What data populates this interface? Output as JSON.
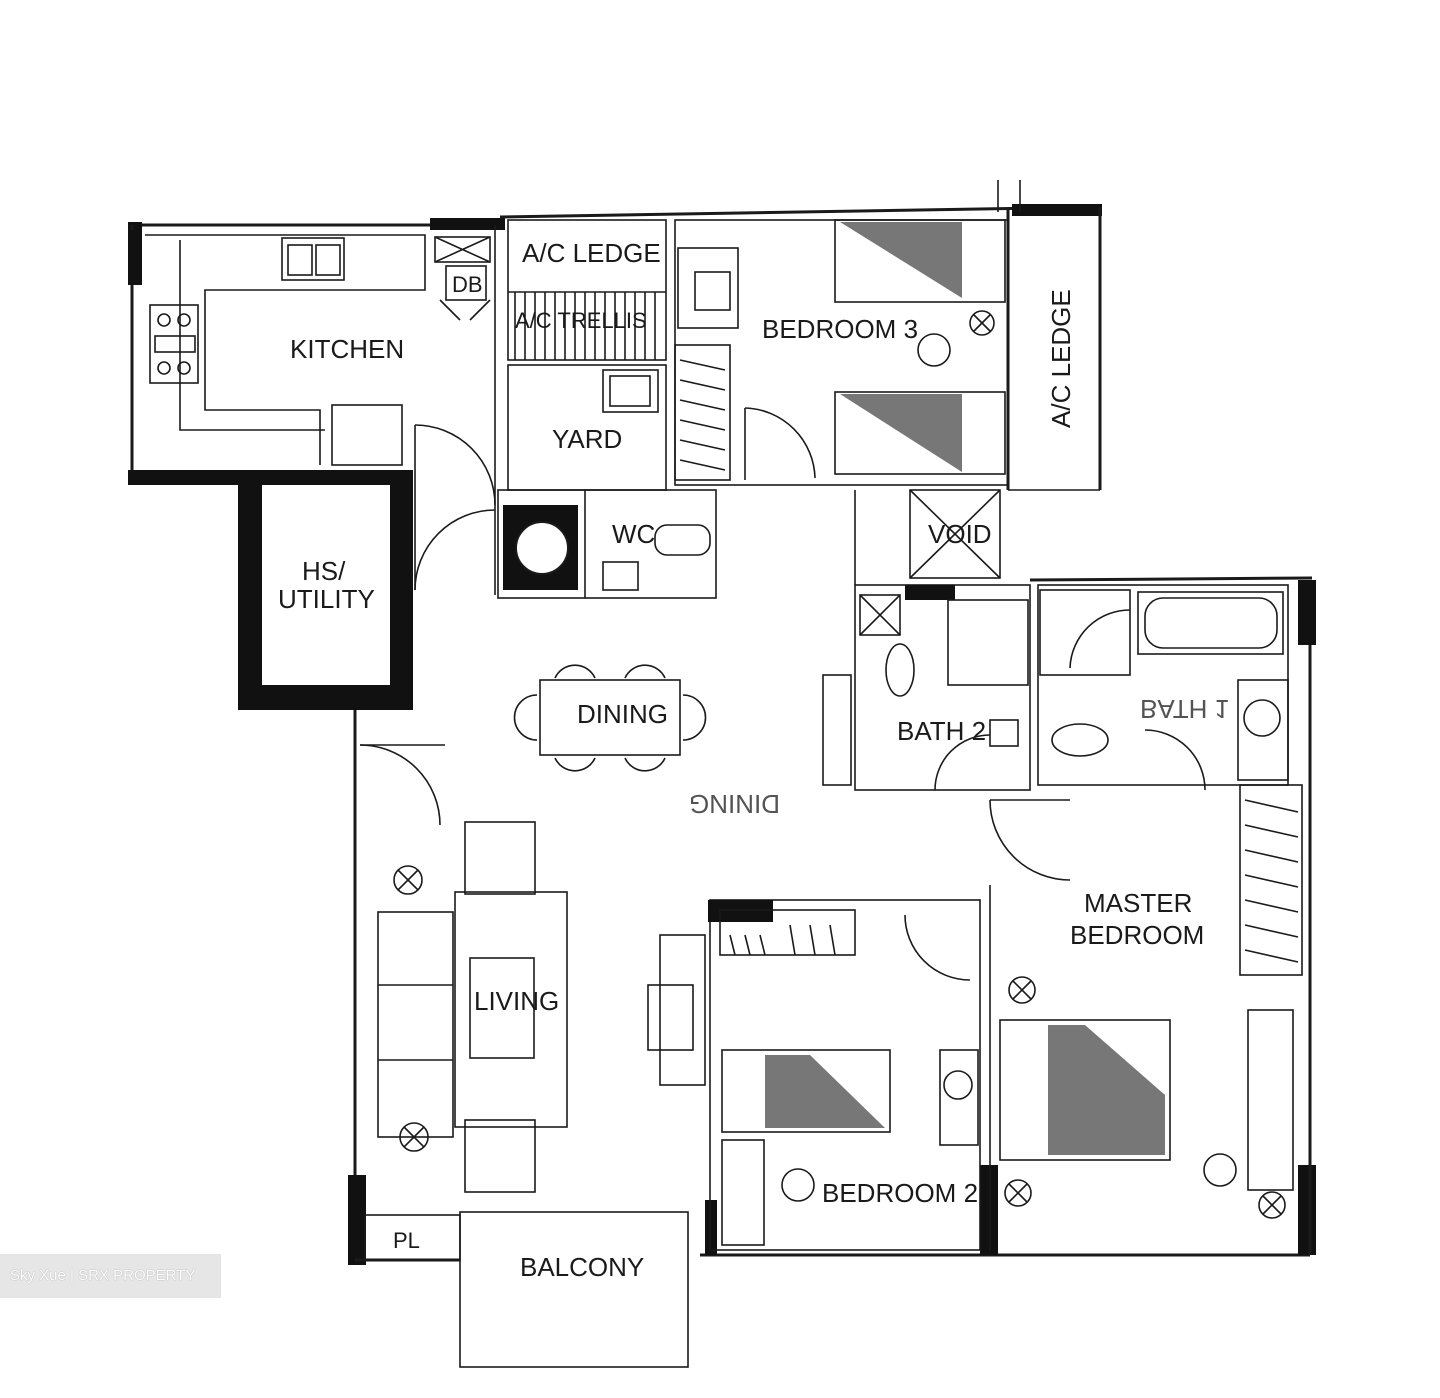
{
  "rooms": {
    "kitchen": "KITCHEN",
    "ac_ledge_top": "A/C LEDGE",
    "db": "DB",
    "ac_trellis": "A/C TRELLIS",
    "bedroom_3": "BEDROOM 3",
    "ac_ledge_right": "A/C LEDGE",
    "yard": "YARD",
    "wc": "WC",
    "hs_utility_line1": "HS/",
    "hs_utility_line2": "UTILITY",
    "void": "VOID",
    "dining": "DINING",
    "bath_2": "BATH 2",
    "bath_1_mirrored": "BATH 1",
    "dining_mirrored": "DINING",
    "master_bedroom_line1": "MASTER",
    "master_bedroom_line2": "BEDROOM",
    "living": "LIVING",
    "bedroom_2": "BEDROOM 2",
    "pl": "PL",
    "balcony": "BALCONY"
  },
  "watermark": "Sky Xue | SRX PROPERTY"
}
